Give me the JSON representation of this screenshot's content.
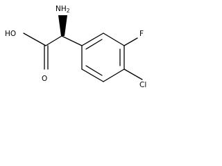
{
  "molecule": {
    "atoms": {
      "nh2_main": "NH",
      "nh2_sub": "2",
      "oh": "HO",
      "o": "O",
      "f": "F",
      "cl": "Cl"
    }
  }
}
